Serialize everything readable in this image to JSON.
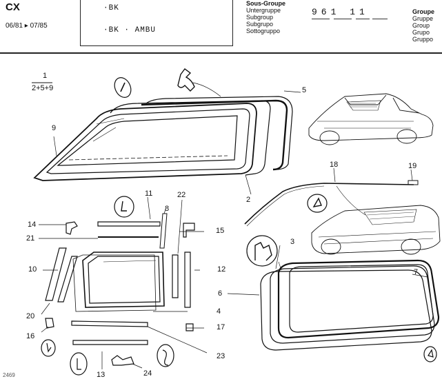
{
  "header": {
    "model": "CX",
    "dates": "06/81 ▸ 07/85",
    "versions": [
      "·BK",
      "·BK · AMBU"
    ],
    "subgroup_labels": [
      "Sous-Groupe",
      "Untergruppe",
      "Subgroup",
      "Subgrupo",
      "Sottogruppo"
    ],
    "group_labels": [
      "Groupe",
      "Gruppe",
      "Group",
      "Grupo",
      "Gruppo"
    ],
    "code": "961 11"
  },
  "fraction": {
    "top": "1",
    "bottom": "2+5+9"
  },
  "callouts": {
    "c1": "5",
    "c2": "9",
    "c3": "2",
    "c4": "18",
    "c5": "19",
    "c6": "11",
    "c7": "22",
    "c8": "8",
    "c9": "14",
    "c10": "15",
    "c11": "21",
    "c12": "10",
    "c13": "12",
    "c14": "20",
    "c15": "16",
    "c16": "4",
    "c17": "17",
    "c18": "23",
    "c19": "13",
    "c20": "24",
    "c21": "3",
    "c22": "7",
    "c23": "6"
  },
  "footer": {
    "page_ref": "2469"
  }
}
